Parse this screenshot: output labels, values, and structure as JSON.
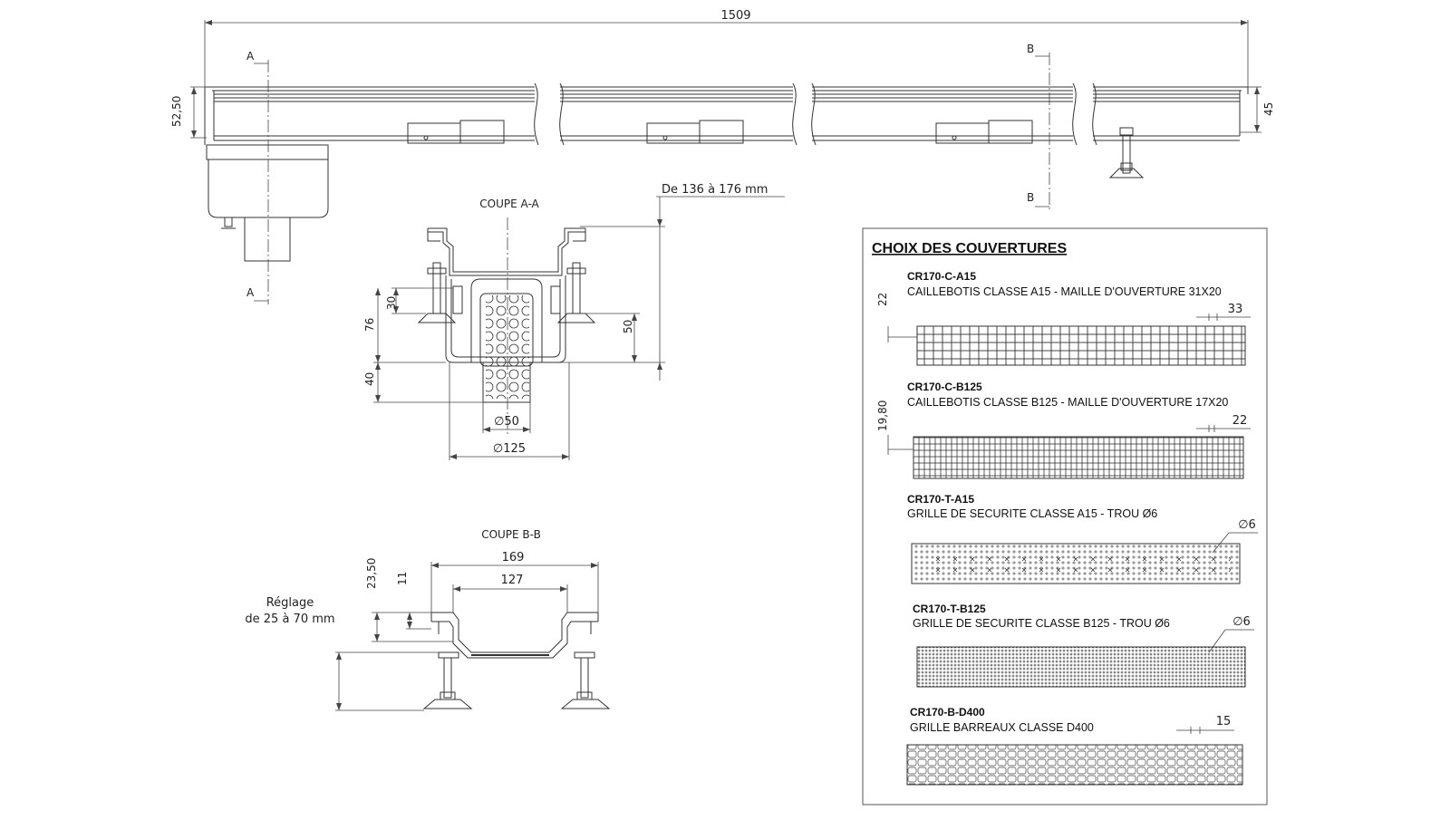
{
  "top_view": {
    "dim_length": "1509",
    "dim_height_left": "52,50",
    "dim_height_right": "45",
    "section_a_top": "A",
    "section_a_bottom": "A",
    "section_b_top": "B",
    "section_b_bottom": "B"
  },
  "section_aa": {
    "title": "COUPE A-A",
    "range_label": "De 136 à 176 mm",
    "dim_30": "30",
    "dim_76": "76",
    "dim_50": "50",
    "dim_40": "40",
    "dim_d50": "∅50",
    "dim_d125": "∅125"
  },
  "section_bb": {
    "title": "COUPE B-B",
    "dim_169": "169",
    "dim_127": "127",
    "dim_2350": "23,50",
    "dim_11": "11",
    "reglage_line1": "Réglage",
    "reglage_line2": "de 25 à 70 mm"
  },
  "covers": {
    "heading": "CHOIX DES COUVERTURES",
    "items": [
      {
        "code": "CR170-C-A15",
        "desc": "CAILLEBOTIS CLASSE A15 - MAILLE D'OUVERTURE 31X20",
        "dim": "33",
        "side_dim": "22"
      },
      {
        "code": "CR170-C-B125",
        "desc": "CAILLEBOTIS CLASSE B125 - MAILLE D'OUVERTURE 17X20",
        "dim": "22",
        "side_dim": "19,80"
      },
      {
        "code": "CR170-T-A15",
        "desc": "GRILLE DE SECURITE CLASSE A15 - TROU Ø6",
        "dim": "∅6"
      },
      {
        "code": "CR170-T-B125",
        "desc": "GRILLE DE SECURITE CLASSE B125 - TROU Ø6",
        "dim": "∅6"
      },
      {
        "code": "CR170-B-D400",
        "desc": "GRILLE BARREAUX CLASSE D400",
        "dim": "15"
      }
    ]
  }
}
